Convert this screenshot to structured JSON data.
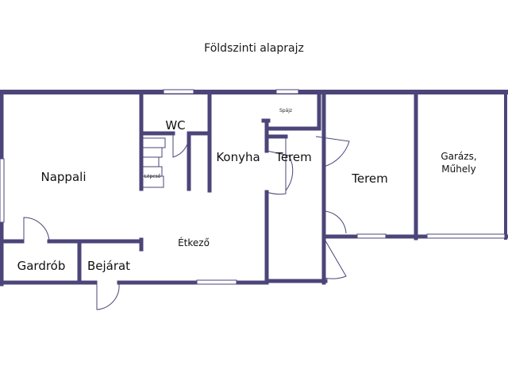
{
  "title": "Földszinti alaprajz",
  "rooms": {
    "nappali": "Nappali",
    "wc": "WC",
    "konyha": "Konyha",
    "spajz": "Spájz",
    "terem_small": "Terem",
    "terem_large": "Terem",
    "garazs_line1": "Garázs,",
    "garazs_line2": "Műhely",
    "etkezo": "Étkező",
    "gardrob": "Gardrób",
    "bejarat": "Bejárat",
    "lepcso": "Lépcső"
  },
  "colors": {
    "wall": "#4b4579",
    "background": "#ffffff"
  }
}
